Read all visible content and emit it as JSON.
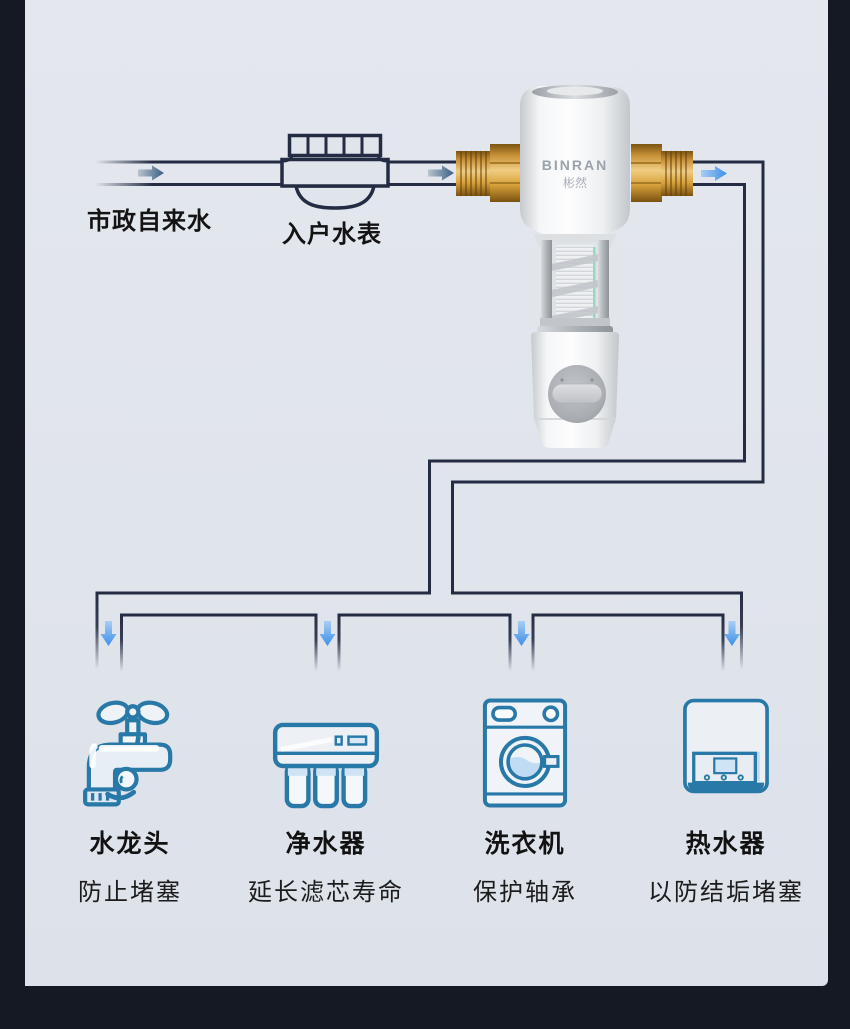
{
  "colors": {
    "frame": "#141924",
    "canvas": "#e0e4eb",
    "pipe_line": "#242c44",
    "icon_stroke": "#2878a8",
    "icon_water_fill": "#bfdcf4",
    "inlet_arrow": "#3f6181",
    "flow_arrow_blue": "#3e8fe8",
    "brass": "#d9a94e"
  },
  "flow": {
    "source_label": "市政自来水",
    "meter_label": "入户水表"
  },
  "product": {
    "brand": "BINRAN",
    "brand_cn": "彬然"
  },
  "appliances": [
    {
      "name": "水龙头",
      "benefit": "防止堵塞"
    },
    {
      "name": "净水器",
      "benefit": "延长滤芯寿命"
    },
    {
      "name": "洗衣机",
      "benefit": "保护轴承"
    },
    {
      "name": "热水器",
      "benefit": "以防结垢堵塞"
    }
  ]
}
